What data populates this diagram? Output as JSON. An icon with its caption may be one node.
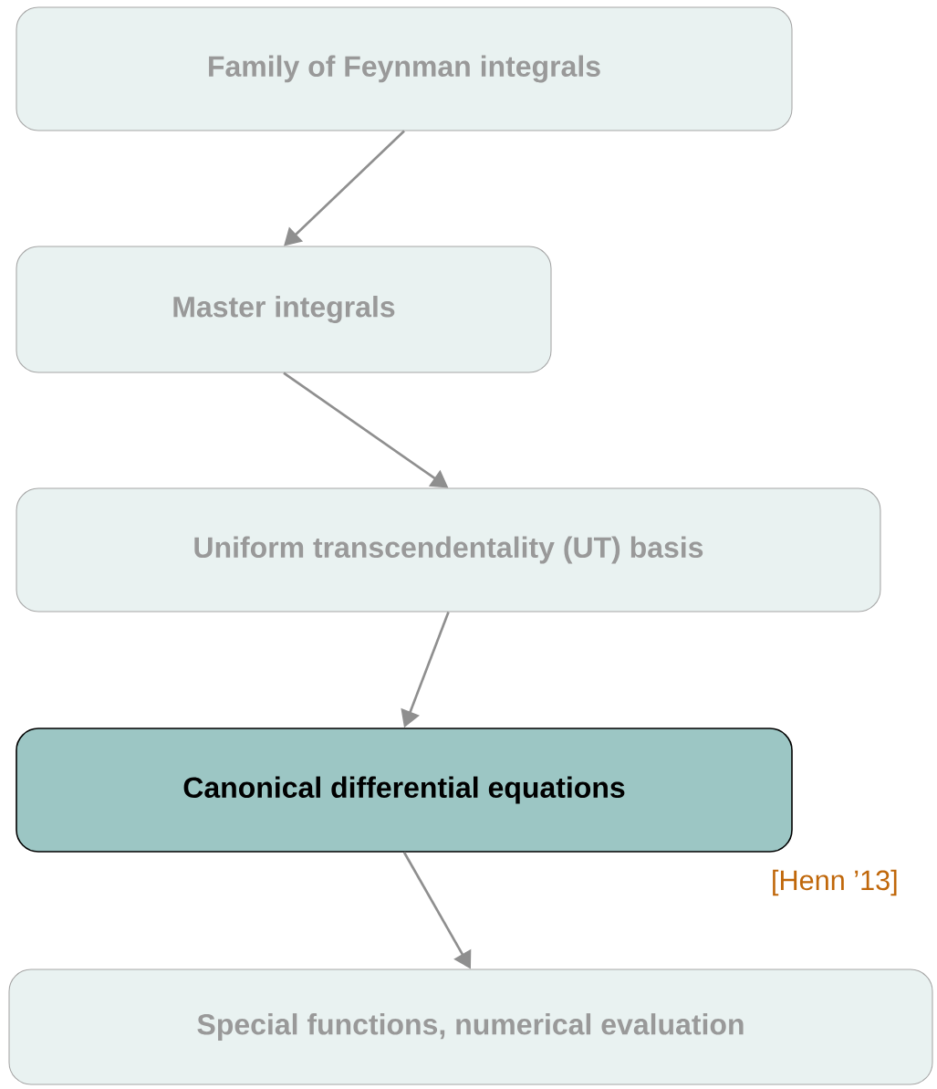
{
  "diagram": {
    "nodes": [
      {
        "text": [
          "Family of Feynman integrals"
        ]
      },
      {
        "text": [
          "Master integrals"
        ]
      },
      {
        "text": [
          "Uniform transcendentality (UT) basis"
        ]
      },
      {
        "text": [
          "Canonical differential equations"
        ],
        "beside": [
          "[Henn ’13]"
        ]
      },
      {
        "text": [
          "Special functions, numerical evaluation"
        ]
      }
    ],
    "edges": [
      {
        "from": 0,
        "to": 1,
        "arrow": "to"
      },
      {
        "from": 1,
        "to": 2,
        "arrow": "to"
      },
      {
        "from": 2,
        "to": 3,
        "arrow": "to"
      },
      {
        "from": 3,
        "to": 4,
        "arrow": "to"
      }
    ]
  }
}
